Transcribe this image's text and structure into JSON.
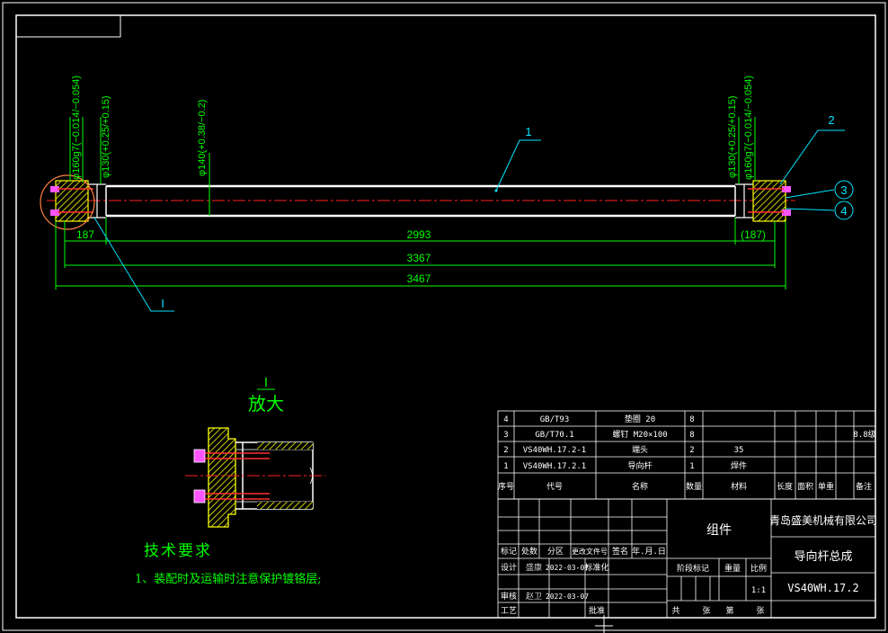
{
  "colors": {
    "background": "#000000",
    "outline": "#ffffff",
    "dimension": "#00ff00",
    "leader": "#00e5ff",
    "centerline": "#ff2020",
    "part": "#ffff00",
    "bolt": "#ff55ff",
    "hatch": "#ff3030",
    "callout": "#ff8040"
  },
  "drawing": {
    "balloons": {
      "b1": "1",
      "b2": "2",
      "b3": "3",
      "b4": "4",
      "detail_ref": "I"
    },
    "dimensions": {
      "len_187_left": "187",
      "len_2993": "2993",
      "len_187_right": "(187)",
      "len_3367": "3367",
      "len_3467": "3467",
      "dia_160g7_left": "φ160g7(−0.014/−0.054)",
      "dia_130_left": "φ130(+0.25/+0.15)",
      "dia_140": "φ140(+0.38/−0.2)",
      "dia_130_right": "φ130(+0.25/+0.15)",
      "dia_160g7_right": "φ160g7(−0.014/−0.054)"
    },
    "detail": {
      "ref": "I",
      "title": "放大"
    },
    "notes": {
      "title": "技术要求",
      "line1": "1、装配时及运输时注意保护镀铬层;"
    }
  },
  "bom": {
    "rows": [
      {
        "no": "4",
        "code": "GB/T93",
        "name": "垫圈 20",
        "qty": "8",
        "material": "",
        "remark": ""
      },
      {
        "no": "3",
        "code": "GB/T70.1",
        "name": "螺钉 M20×100",
        "qty": "8",
        "material": "",
        "remark": "8.8级"
      },
      {
        "no": "2",
        "code": "VS40WH.17.2-1",
        "name": "端头",
        "qty": "2",
        "material": "35",
        "remark": ""
      },
      {
        "no": "1",
        "code": "VS40WH.17.2.1",
        "name": "导向杆",
        "qty": "1",
        "material": "焊件",
        "remark": ""
      }
    ],
    "headers": {
      "no": "序号",
      "code": "代号",
      "name": "名称",
      "qty": "数量",
      "material": "材料",
      "length": "长度",
      "area": "面积",
      "weight": "单重",
      "remark": "备注"
    }
  },
  "title_block": {
    "type": "组件",
    "company": "青岛盛美机械有限公司",
    "part_name": "导向杆总成",
    "drawing_no": "VS40WH.17.2",
    "rev_headers": [
      "标记",
      "处数",
      "分区",
      "更改文件号",
      "签名",
      "年.月.日"
    ],
    "design_label": "设计",
    "designer": "盛康",
    "design_date": "2022-03-07",
    "standard_label": "标准化",
    "review_label": "审核",
    "reviewer": "赵卫",
    "review_date": "2022-03-07",
    "process_label": "工艺",
    "approve_label": "批准",
    "stage_label": "阶段标记",
    "weight_label": "重量",
    "scale_label": "比例",
    "scale": "1:1",
    "sheets_total": "共",
    "sheets_unit1": "张",
    "sheet_no": "第",
    "sheets_unit2": "张"
  }
}
